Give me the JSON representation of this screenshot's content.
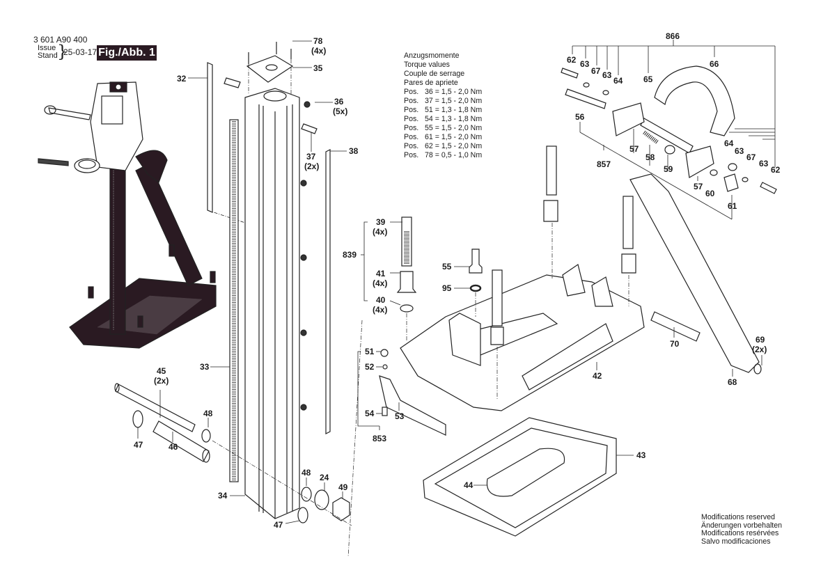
{
  "header": {
    "document_number": "3 601 A90 400",
    "issue_label_en": "Issue",
    "issue_label_de": "Stand",
    "issue_date": "25-03-17",
    "figure_label": "Fig./Abb. 1"
  },
  "torque_table": {
    "titles": [
      "Anzugsmomente",
      "Torque values",
      "Couple de serrage",
      "Pares de apriete"
    ],
    "rows": [
      {
        "prefix": "Pos.",
        "value": "36 = 1,5 - 2,0 Nm"
      },
      {
        "prefix": "Pos.",
        "value": "37 = 1,5 - 2,0 Nm"
      },
      {
        "prefix": "Pos.",
        "value": "51 = 1,3 - 1,8 Nm"
      },
      {
        "prefix": "Pos.",
        "value": "54 = 1,3 - 1,8 Nm"
      },
      {
        "prefix": "Pos.",
        "value": "55 = 1,5 - 2,0 Nm"
      },
      {
        "prefix": "Pos.",
        "value": "61 = 1,5 - 2,0 Nm"
      },
      {
        "prefix": "Pos.",
        "value": "62 = 1,5 - 2,0 Nm"
      },
      {
        "prefix": "Pos.",
        "value": "78 = 0,5 - 1,0 Nm"
      }
    ]
  },
  "footer": {
    "notes": [
      "Modifications reserved",
      "Änderungen vorbehalten",
      "Modifications resérvées",
      "Salvo modificaciones"
    ]
  },
  "part_labels": {
    "p78": "78",
    "p78q": "(4x)",
    "p35": "35",
    "p32": "32",
    "p36": "36",
    "p36q": "(5x)",
    "p37": "37",
    "p37q": "(2x)",
    "p38": "38",
    "p33": "33",
    "p34": "34",
    "p45": "45",
    "p45q": "(2x)",
    "p48a": "48",
    "p47a": "47",
    "p46": "46",
    "p48b": "48",
    "p24": "24",
    "p49": "49",
    "p47b": "47",
    "p39": "39",
    "p39q": "(4x)",
    "p839": "839",
    "p41": "41",
    "p41q": "(4x)",
    "p40": "40",
    "p40q": "(4x)",
    "p55": "55",
    "p95": "95",
    "p51": "51",
    "p52": "52",
    "p54": "54",
    "p53": "53",
    "p853": "853",
    "p42": "42",
    "p43": "43",
    "p44": "44",
    "p70": "70",
    "p68": "68",
    "p69": "69",
    "p69q": "(2x)",
    "p866": "866",
    "p62a": "62",
    "p63a": "63",
    "p67a": "67",
    "p63b": "63",
    "p64a": "64",
    "p65": "65",
    "p66": "66",
    "p56": "56",
    "p857": "857",
    "p57a": "57",
    "p58": "58",
    "p59": "59",
    "p57b": "57",
    "p60": "60",
    "p61": "61",
    "p64b": "64",
    "p63c": "63",
    "p67b": "67",
    "p63d": "63",
    "p62b": "62"
  }
}
